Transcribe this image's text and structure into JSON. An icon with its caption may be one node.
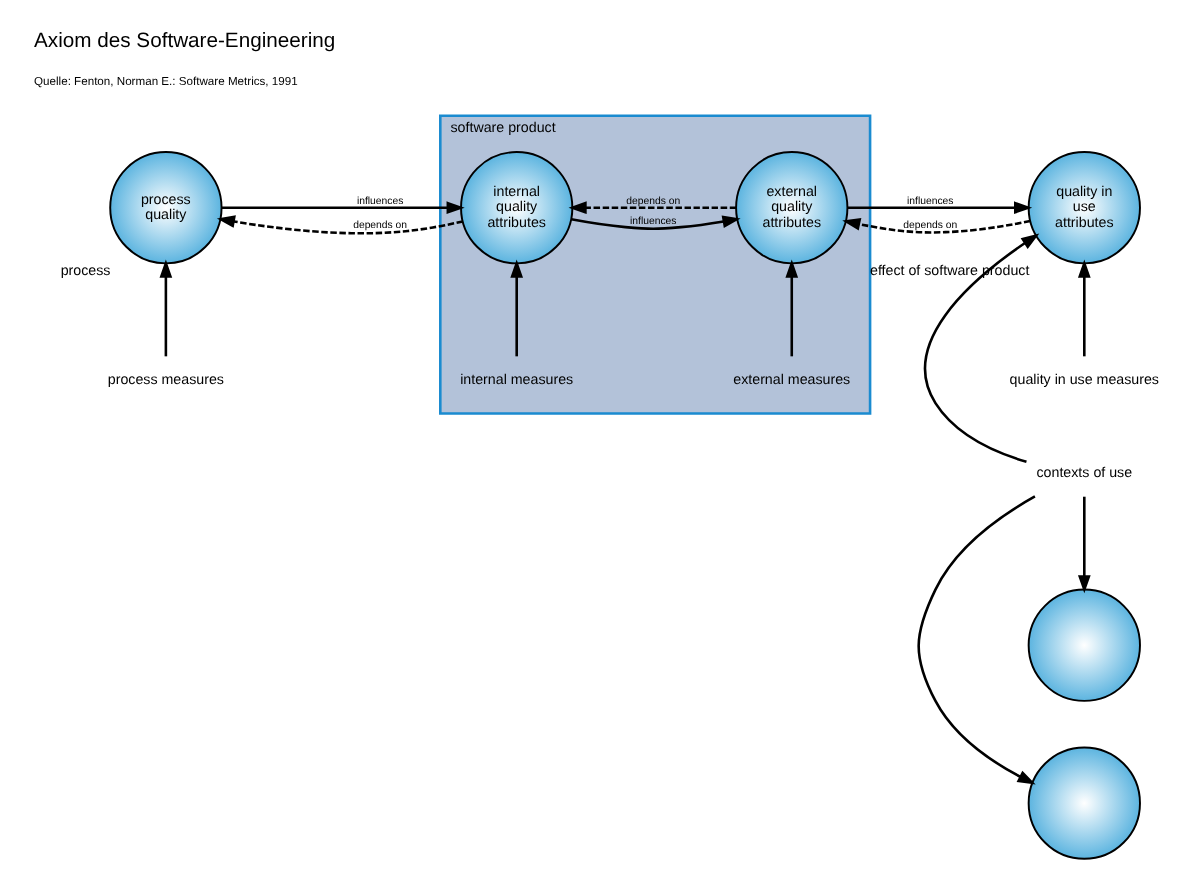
{
  "diagram": {
    "title": "Axiom des Software-Engineering",
    "nodes": [
      {
        "text": [
          "process quality"
        ],
        "beside": [
          "process"
        ]
      },
      {
        "text": [
          "software product"
        ]
      },
      {
        "text": [
          "internal quality attributes"
        ],
        "in": 1
      },
      {
        "text": [
          "external quality attributes"
        ],
        "in": 1
      },
      {
        "text": [
          "quality in use attributes"
        ],
        "beside": [
          "effect of software product"
        ]
      },
      {
        "text": [
          "process measures"
        ]
      },
      {
        "text": [
          "internal measures"
        ],
        "in": 1
      },
      {
        "text": [
          "external measures"
        ],
        "in": 1
      },
      {
        "text": [
          "quality in use measures"
        ]
      },
      {
        "text": [
          "contexts of use"
        ]
      },
      {
        "text": [],
        "shape": "circle"
      },
      {
        "text": [],
        "shape": "circle"
      }
    ],
    "edges": [
      {
        "from": 0,
        "to": 2,
        "arrow": "to",
        "label": "influences"
      },
      {
        "from": 2,
        "to": 3,
        "arrow": "to",
        "label": "influences"
      },
      {
        "from": 3,
        "to": 4,
        "arrow": "to",
        "label": "influences"
      },
      {
        "from": 2,
        "to": 0,
        "arrow": "to",
        "label": "depends on",
        "style": "dashed"
      },
      {
        "from": 3,
        "to": 2,
        "arrow": "to",
        "label": "depends on",
        "style": "dashed"
      },
      {
        "from": 4,
        "to": 3,
        "arrow": "to",
        "label": "depends on",
        "style": "dashed"
      },
      {
        "from": 5,
        "to": 0,
        "arrow": "to"
      },
      {
        "from": 6,
        "to": 2,
        "arrow": "to"
      },
      {
        "from": 7,
        "to": 3,
        "arrow": "to"
      },
      {
        "from": 8,
        "to": 4,
        "arrow": "to"
      },
      {
        "from": 9,
        "to": 4,
        "arrow": "to"
      },
      {
        "from": 9,
        "to": 10,
        "arrow": "to"
      },
      {
        "from": 9,
        "to": 11,
        "arrow": "to"
      }
    ],
    "labels": [
      "Quelle: Fenton, Norman E.: Software Metrics, 1991"
    ]
  }
}
